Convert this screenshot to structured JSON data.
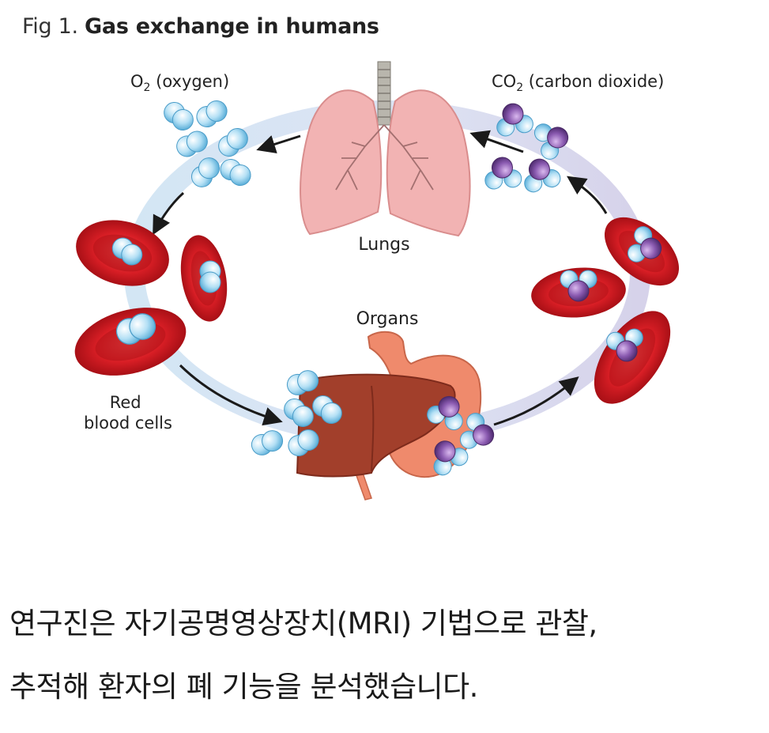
{
  "figure": {
    "label": "Fig 1.",
    "title": "Gas exchange in humans"
  },
  "labels": {
    "o2": {
      "main": "O",
      "sub": "2",
      "rest": " (oxygen)"
    },
    "co2": {
      "main": "CO",
      "sub": "2",
      "rest": " (carbon dioxide)"
    },
    "lungs": "Lungs",
    "organs": "Organs",
    "rbc_line1": "Red",
    "rbc_line2": "blood cells"
  },
  "caption": {
    "line1": "연구진은 자기공명영상장치(MRI) 기법으로 관찰,",
    "line2": "추적해 환자의 폐 기능을 분석했습니다."
  },
  "colors": {
    "oxygen": "#a9dbf3",
    "carbon": "#7a4a9e",
    "rbc": "#c8161d",
    "lungs": "#f2b3b3",
    "liver": "#a23f2b",
    "stomach": "#ef8a6c",
    "loop_oxygen_side": "#d3e6f4",
    "loop_co2_side": "#d6d2ea"
  }
}
